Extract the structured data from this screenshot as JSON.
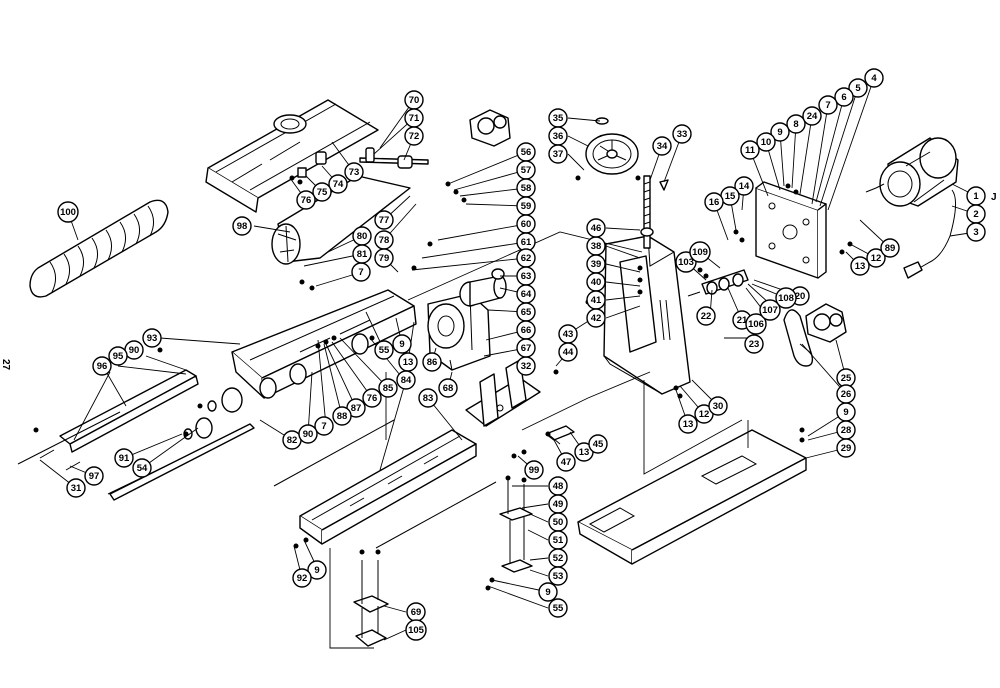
{
  "callouts": [
    "1",
    "2",
    "3",
    "4",
    "5",
    "6",
    "7",
    "8",
    "9",
    "10",
    "11",
    "12",
    "13",
    "14",
    "15",
    "16",
    "20",
    "21",
    "22",
    "23",
    "24",
    "25",
    "26",
    "28",
    "29",
    "30",
    "31",
    "32",
    "33",
    "34",
    "35",
    "36",
    "37",
    "38",
    "39",
    "40",
    "41",
    "42",
    "43",
    "44",
    "45",
    "46",
    "47",
    "48",
    "49",
    "50",
    "51",
    "52",
    "53",
    "54",
    "55",
    "56",
    "57",
    "58",
    "59",
    "60",
    "61",
    "62",
    "63",
    "64",
    "65",
    "66",
    "67",
    "68",
    "69",
    "70",
    "71",
    "72",
    "73",
    "74",
    "75",
    "76",
    "77",
    "78",
    "79",
    "80",
    "81",
    "82",
    "83",
    "84",
    "85",
    "86",
    "87",
    "88",
    "89",
    "90",
    "91",
    "92",
    "93",
    "95",
    "96",
    "97",
    "98",
    "99",
    "100",
    "103",
    "105",
    "106",
    "107",
    "108",
    "109"
  ],
  "edge_marks": {
    "right": "J",
    "left": "27"
  }
}
